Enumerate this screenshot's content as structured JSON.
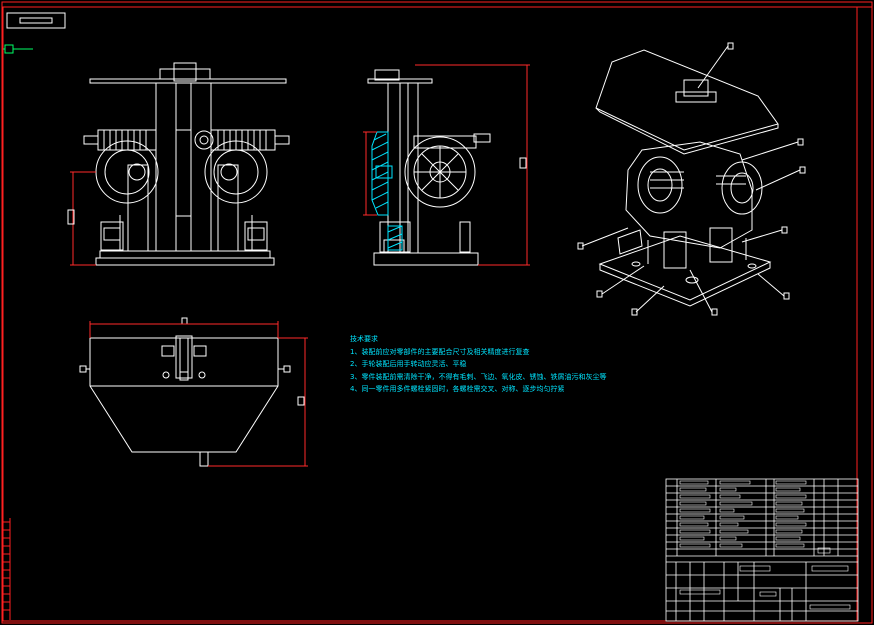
{
  "drawing": {
    "colors": {
      "background": "#000000",
      "frame": "#ff2020",
      "outline": "#ffffff",
      "dimension": "#ff2a2a",
      "hatch": "#00e5ff",
      "note_text": "#00e5ff",
      "accent_green": "#00ff66"
    }
  },
  "technical_requirements": {
    "title": "技术要求",
    "items": [
      "1、装配前应对零部件的主要配合尺寸及相关精度进行复查",
      "2、手轮装配后用手转动应灵活、平稳",
      "3、零件装配前需清除干净，不得有毛刺、飞边、氧化皮、锈蚀、铁屑油污和灰尘等",
      "4、同一零件用多件螺栓紧固时，各螺栓需交叉、对称、逐步均匀拧紧"
    ]
  }
}
